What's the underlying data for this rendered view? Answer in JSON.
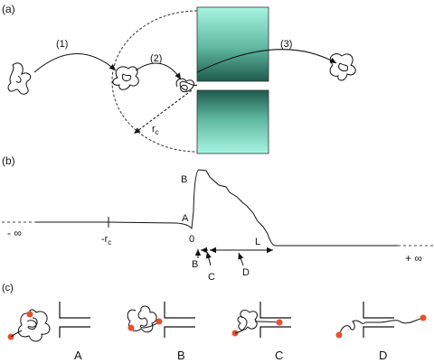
{
  "panel_a": {
    "label": "(a)",
    "step1": "(1)",
    "step2": "(2)",
    "step3": "(3)",
    "radius": "r",
    "radius_sub": "c",
    "pore_color_light": "#a7f4e0",
    "pore_color_dark": "#1e5a4c"
  },
  "panel_b": {
    "label": "(b)",
    "neg_inf": "- ∞",
    "neg_rc": "-r",
    "neg_rc_sub": "c",
    "zero": "0",
    "pos_inf": "+ ∞",
    "pt_A": "A",
    "pt_B": "B",
    "pt_L": "L",
    "arrow_B": "B",
    "arrow_C": "C",
    "arrow_D": "D"
  },
  "panel_c": {
    "label": "(c)",
    "stages": [
      "A",
      "B",
      "C",
      "D"
    ],
    "bead_color": "#e8502c"
  }
}
